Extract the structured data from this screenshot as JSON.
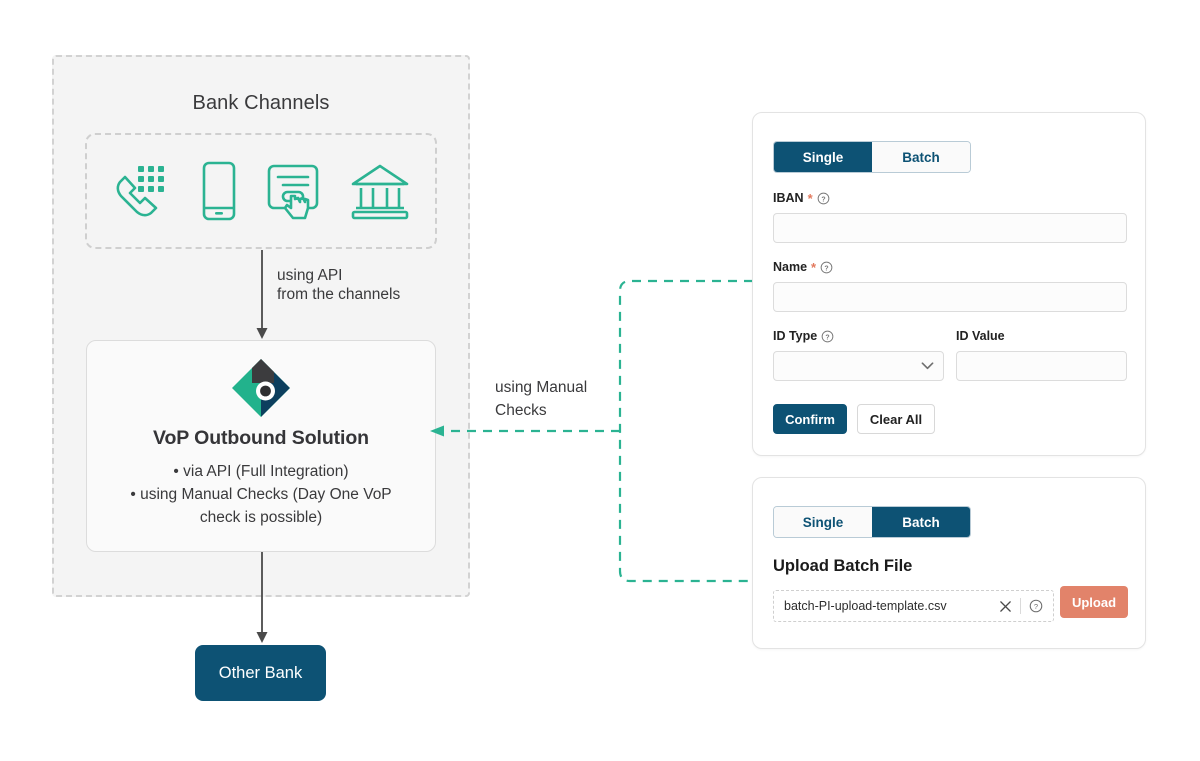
{
  "colors": {
    "brand_navy": "#0d5274",
    "brand_green": "#2bb392",
    "accent_coral": "#e2836a",
    "panel_bg": "#f4f4f4",
    "text_dark": "#3a3a3c"
  },
  "diagram": {
    "bank_channels_title": "Bank Channels",
    "channels": [
      {
        "name": "phone-keypad-icon",
        "label": "Phone / IVR"
      },
      {
        "name": "mobile-phone-icon",
        "label": "Mobile"
      },
      {
        "name": "online-form-click-icon",
        "label": "Online Banking"
      },
      {
        "name": "bank-building-icon",
        "label": "Branch"
      }
    ],
    "api_arrow_label": "using API\nfrom the channels",
    "manual_arrow_label": "using Manual\nChecks",
    "solution": {
      "logo_name": "vop-brand-logo",
      "title": "VoP Outbound Solution",
      "bullets": [
        "• via API (Full Integration)",
        "• using Manual Checks (Day One VoP\ncheck is possible)"
      ]
    },
    "other_bank_label": "Other Bank"
  },
  "single_card": {
    "tabs": [
      {
        "label": "Single",
        "active": true
      },
      {
        "label": "Batch",
        "active": false
      }
    ],
    "fields": {
      "iban": {
        "label": "IBAN",
        "required": true,
        "help": true,
        "value": "",
        "placeholder": ""
      },
      "name": {
        "label": "Name",
        "required": true,
        "help": true,
        "value": "",
        "placeholder": ""
      },
      "id_type": {
        "label": "ID Type",
        "required": false,
        "help": true,
        "value": "",
        "placeholder": ""
      },
      "id_value": {
        "label": "ID Value",
        "required": false,
        "help": false,
        "value": "",
        "placeholder": ""
      }
    },
    "buttons": {
      "confirm": "Confirm",
      "clear_all": "Clear All"
    }
  },
  "batch_card": {
    "tabs": [
      {
        "label": "Single",
        "active": false
      },
      {
        "label": "Batch",
        "active": true
      }
    ],
    "heading": "Upload Batch File",
    "file_name": "batch-PI-upload-template.csv",
    "upload_button": "Upload"
  }
}
